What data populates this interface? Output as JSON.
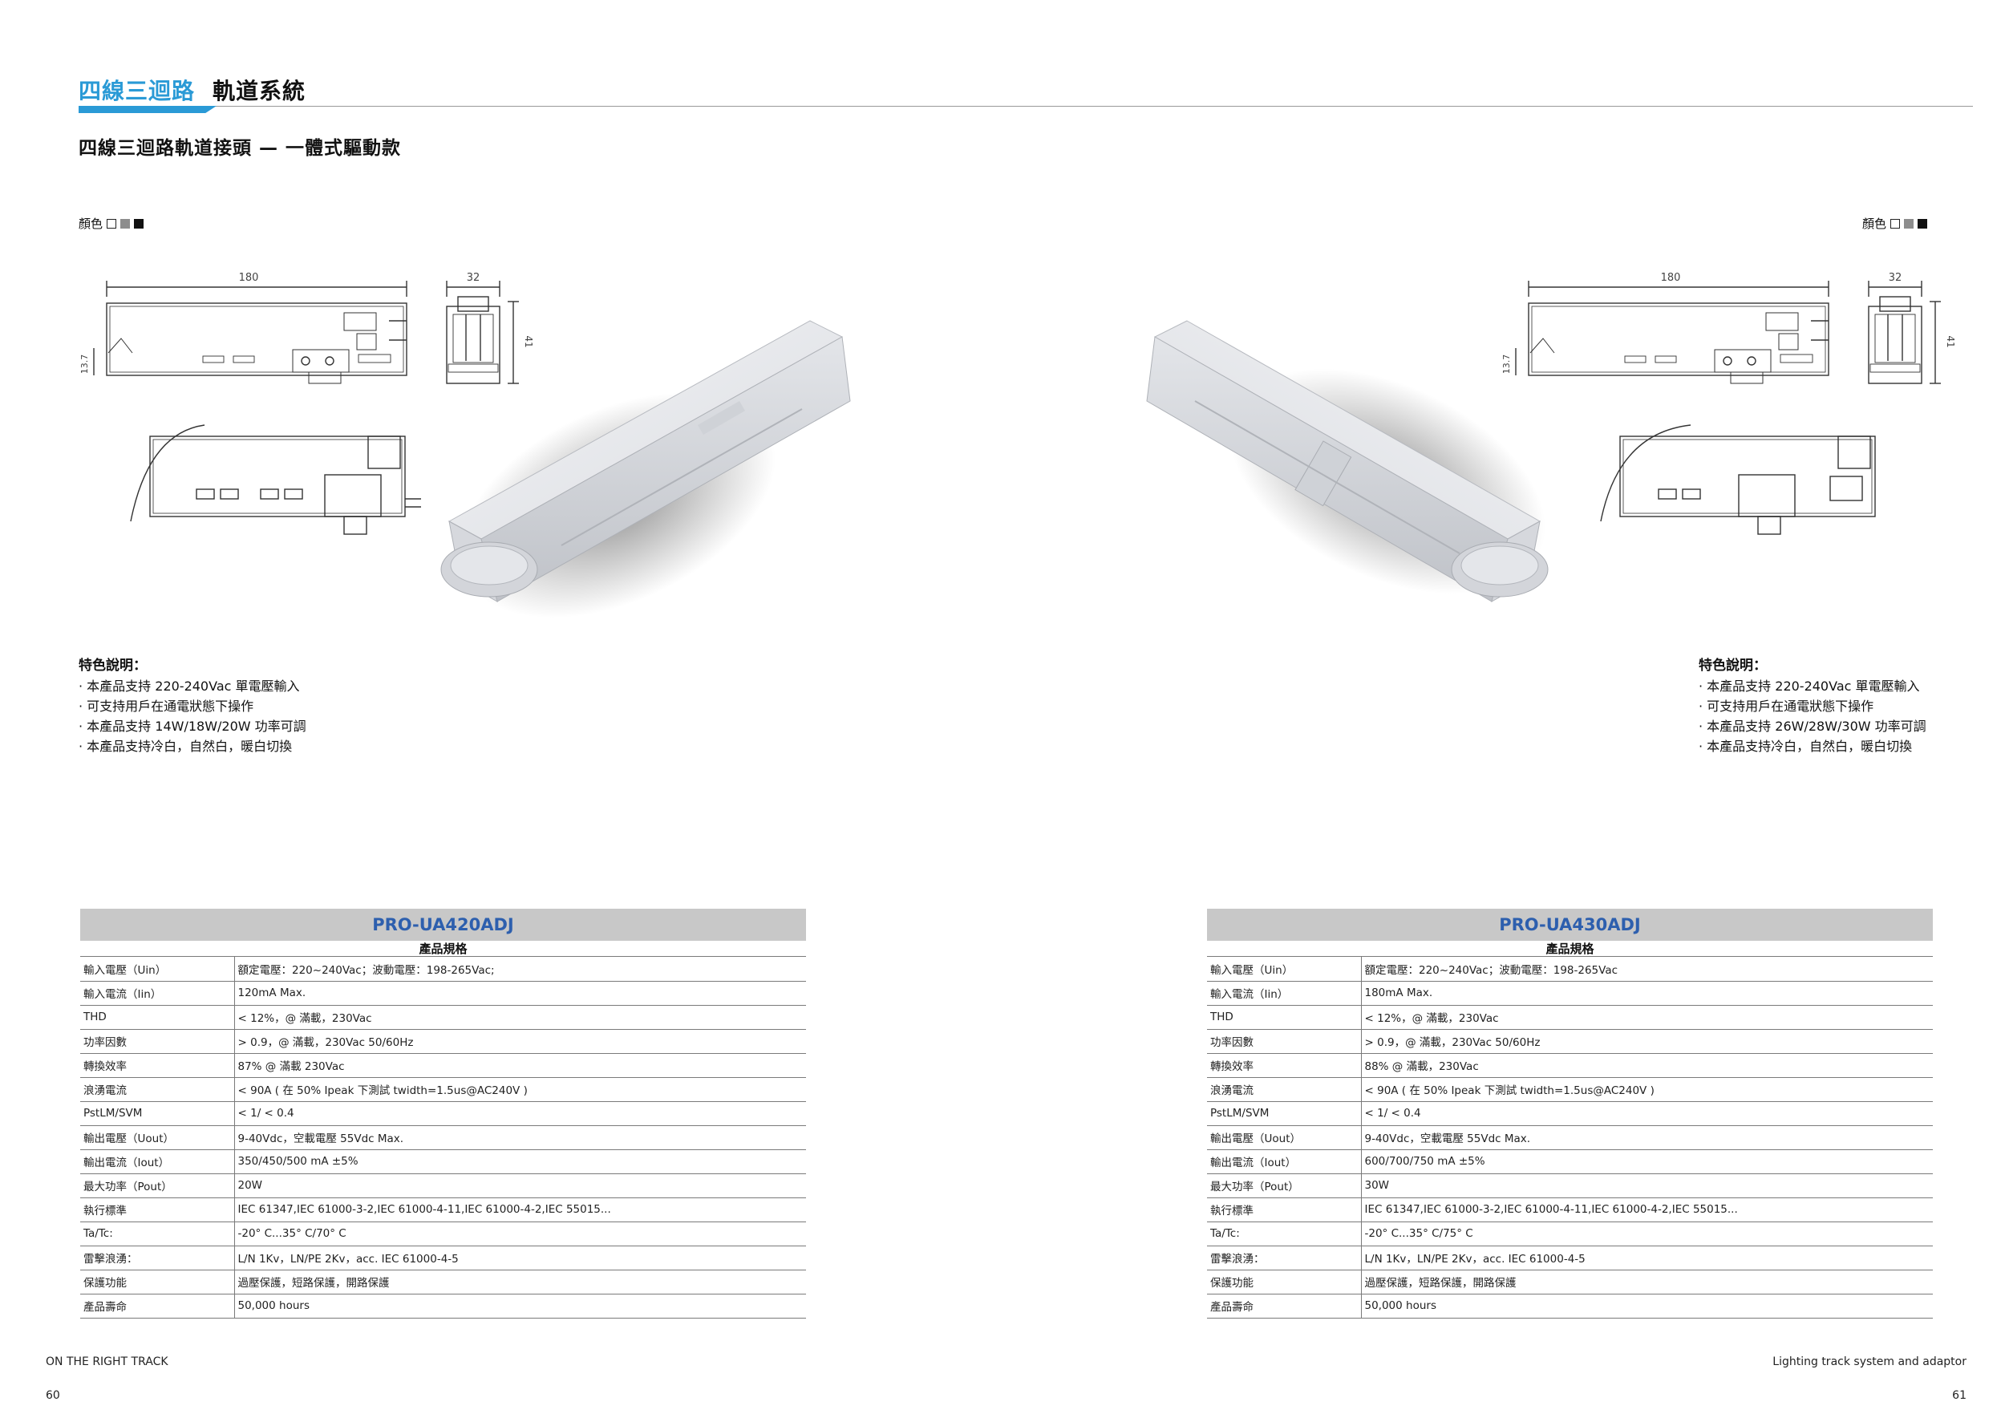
{
  "header": {
    "accent_title": "四線三迴路",
    "main_title": "軌道系統",
    "subtitle": "四線三迴路軌道接頭 — 一體式驅動款"
  },
  "left": {
    "colour_label": "顏色",
    "dimensions": {
      "length": "180",
      "width": "32",
      "height": "41",
      "offset": "13.7"
    },
    "features": {
      "title": "特色說明：",
      "items": [
        "· 本產品支持 220-240Vac 單電壓輸入",
        "· 可支持用戶在通電狀態下操作",
        "· 本產品支持 14W/18W/20W 功率可調",
        "· 本產品支持冷白，自然白，暖白切換"
      ]
    },
    "spec": {
      "model": "PRO-UA420ADJ",
      "table_title": "產品規格",
      "rows": [
        {
          "label": "輸入電壓（Uin）",
          "value": "額定電壓：220~240Vac；波動電壓：198-265Vac;"
        },
        {
          "label": "輸入電流（Iin）",
          "value": "120mA Max."
        },
        {
          "label": "THD",
          "value": "< 12%，@ 滿載，230Vac"
        },
        {
          "label": "功率因數",
          "value": "> 0.9，@ 滿載，230Vac 50/60Hz"
        },
        {
          "label": "轉換效率",
          "value": "87% @ 滿載 230Vac"
        },
        {
          "label": "浪湧電流",
          "value": "< 90A ( 在 50% Ipeak 下測試 twidth=1.5us@AC240V )"
        },
        {
          "label": "PstLM/SVM",
          "value": "< 1/ < 0.4"
        },
        {
          "label": "輸出電壓（Uout）",
          "value": "9-40Vdc，空載電壓 55Vdc Max."
        },
        {
          "label": "輸出電流（Iout）",
          "value": "350/450/500 mA ±5%"
        },
        {
          "label": "最大功率（Pout）",
          "value": "20W"
        },
        {
          "label": "執行標準",
          "value": "IEC 61347,IEC 61000-3-2,IEC 61000-4-11,IEC 61000-4-2,IEC 55015..."
        },
        {
          "label": "Ta/Tc:",
          "value": "-20° C...35° C/70° C"
        },
        {
          "label": "雷擊浪湧：",
          "value": "L/N 1Kv，LN/PE 2Kv，acc. IEC 61000-4-5"
        },
        {
          "label": "保護功能",
          "value": "過壓保護，短路保護，開路保護"
        },
        {
          "label": "產品壽命",
          "value": "50,000 hours"
        }
      ]
    }
  },
  "right": {
    "colour_label": "顏色",
    "dimensions": {
      "length": "180",
      "width": "32",
      "height": "41",
      "offset": "13.7"
    },
    "features": {
      "title": "特色說明：",
      "items": [
        "· 本產品支持 220-240Vac 單電壓輸入",
        "· 可支持用戶在通電狀態下操作",
        "· 本產品支持 26W/28W/30W 功率可調",
        "· 本產品支持冷白，自然白，暖白切換"
      ]
    },
    "spec": {
      "model": "PRO-UA430ADJ",
      "table_title": "產品規格",
      "rows": [
        {
          "label": "輸入電壓（Uin）",
          "value": "額定電壓：220~240Vac；波動電壓：198-265Vac"
        },
        {
          "label": "輸入電流（Iin）",
          "value": "180mA Max."
        },
        {
          "label": "THD",
          "value": "< 12%，@ 滿載，230Vac"
        },
        {
          "label": "功率因數",
          "value": "> 0.9，@ 滿載，230Vac 50/60Hz"
        },
        {
          "label": "轉換效率",
          "value": "88% @ 滿載，230Vac"
        },
        {
          "label": "浪湧電流",
          "value": "< 90A ( 在 50% Ipeak 下測試 twidth=1.5us@AC240V )"
        },
        {
          "label": "PstLM/SVM",
          "value": "< 1/ < 0.4"
        },
        {
          "label": "輸出電壓（Uout）",
          "value": "9-40Vdc，空載電壓 55Vdc Max."
        },
        {
          "label": "輸出電流（Iout）",
          "value": "600/700/750 mA ±5%"
        },
        {
          "label": "最大功率（Pout）",
          "value": "30W"
        },
        {
          "label": "執行標準",
          "value": "IEC 61347,IEC 61000-3-2,IEC 61000-4-11,IEC 61000-4-2,IEC 55015..."
        },
        {
          "label": "Ta/Tc:",
          "value": "-20° C...35° C/75° C"
        },
        {
          "label": "雷擊浪湧：",
          "value": "L/N 1Kv，LN/PE 2Kv，acc. IEC 61000-4-5"
        },
        {
          "label": "保護功能",
          "value": "過壓保護，短路保護，開路保護"
        },
        {
          "label": "產品壽命",
          "value": "50,000 hours"
        }
      ]
    }
  },
  "footer": {
    "left_text": "ON THE RIGHT TRACK",
    "right_text": "Lighting track system and adaptor",
    "left_page": "60",
    "right_page": "61"
  },
  "colors": {
    "accent": "#2a9ad6",
    "model_text": "#2d5fae",
    "model_bar": "#c8c8c8"
  },
  "icons": {
    "swatch_white": "white-swatch",
    "swatch_grey": "grey-swatch",
    "swatch_black": "black-swatch"
  }
}
